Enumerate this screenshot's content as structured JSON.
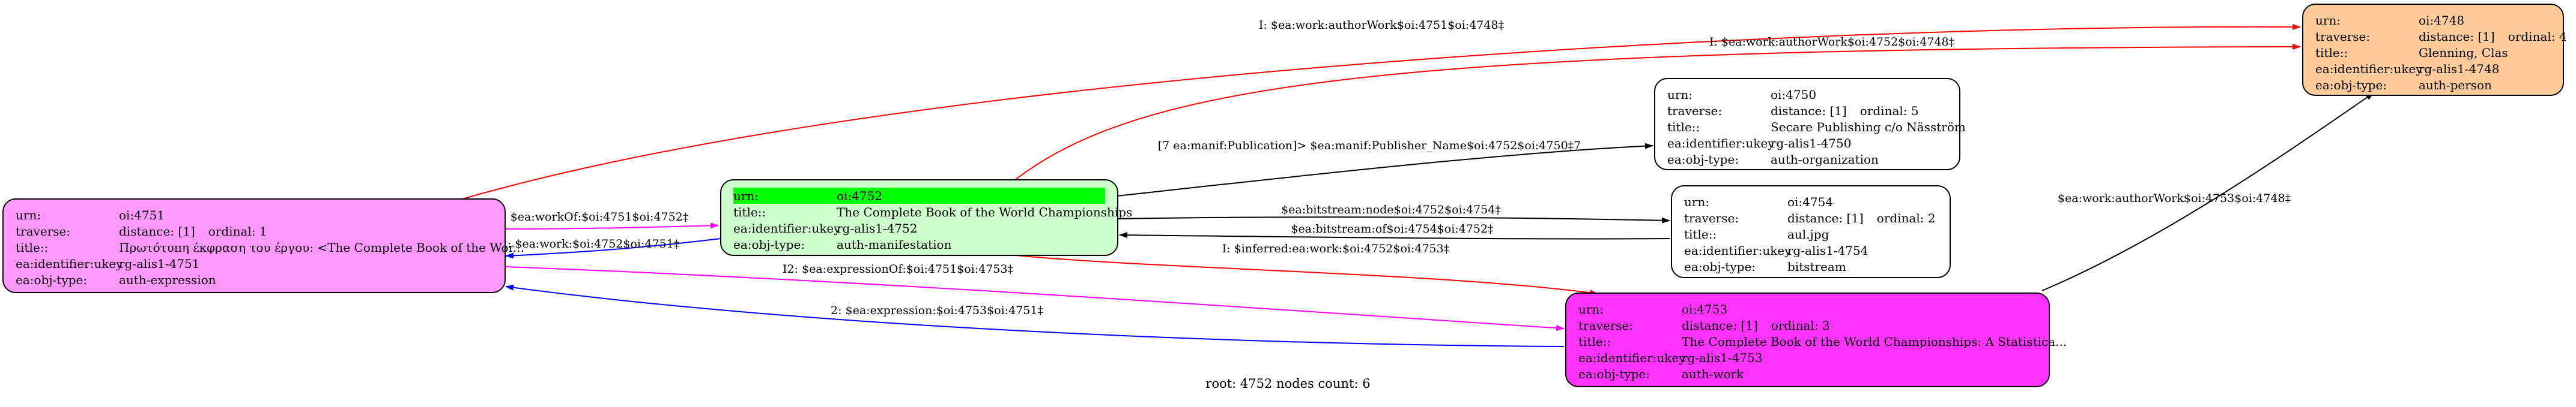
{
  "nodes": {
    "n4748": {
      "rows": [
        {
          "k": "urn:",
          "v": "oi:4748"
        },
        {
          "k": "traverse:",
          "v": "distance: [1]",
          "v2": "ordinal: 4"
        },
        {
          "k": "title::",
          "v": "Glenning, Clas"
        },
        {
          "k": "ea:identifier:ukey",
          "v": "rg-alis1-4748"
        },
        {
          "k": "ea:obj-type:",
          "v": "auth-person"
        }
      ],
      "color": "#ffcc99"
    },
    "n4750": {
      "rows": [
        {
          "k": "urn:",
          "v": "oi:4750"
        },
        {
          "k": "traverse:",
          "v": "distance: [1]",
          "v2": "ordinal: 5"
        },
        {
          "k": "title::",
          "v": "Secare Publishing c/o Näsström"
        },
        {
          "k": "ea:identifier:ukey",
          "v": "rg-alis1-4750"
        },
        {
          "k": "ea:obj-type:",
          "v": "auth-organization"
        }
      ],
      "color": "#ffffff"
    },
    "n4751": {
      "rows": [
        {
          "k": "urn:",
          "v": "oi:4751"
        },
        {
          "k": "traverse:",
          "v": "distance: [1]",
          "v2": "ordinal: 1"
        },
        {
          "k": "title::",
          "v": "Πρωτότυπη έκφραση του έργου: <The Complete Book of the Wor..."
        },
        {
          "k": "ea:identifier:ukey",
          "v": "rg-alis1-4751"
        },
        {
          "k": "ea:obj-type:",
          "v": "auth-expression"
        }
      ],
      "color": "#ff99ff"
    },
    "n4752": {
      "rows": [
        {
          "k": "urn:",
          "v": "oi:4752",
          "highlight": true
        },
        {
          "k": "title::",
          "v": "The Complete Book of the World Championships"
        },
        {
          "k": "ea:identifier:ukey",
          "v": "rg-alis1-4752"
        },
        {
          "k": "ea:obj-type:",
          "v": "auth-manifestation"
        }
      ],
      "color": "#ccffcc"
    },
    "n4753": {
      "rows": [
        {
          "k": "urn:",
          "v": "oi:4753"
        },
        {
          "k": "traverse:",
          "v": "distance: [1]",
          "v2": "ordinal: 3"
        },
        {
          "k": "title::",
          "v": "The Complete Book of the World Championships: A Statistica..."
        },
        {
          "k": "ea:identifier:ukey",
          "v": "rg-alis1-4753"
        },
        {
          "k": "ea:obj-type:",
          "v": "auth-work"
        }
      ],
      "color": "#ff33ff"
    },
    "n4754": {
      "rows": [
        {
          "k": "urn:",
          "v": "oi:4754"
        },
        {
          "k": "traverse:",
          "v": "distance: [1]",
          "v2": "ordinal: 2"
        },
        {
          "k": "title::",
          "v": "aul.jpg"
        },
        {
          "k": "ea:identifier:ukey",
          "v": "rg-alis1-4754"
        },
        {
          "k": "ea:obj-type:",
          "v": "bitstream"
        }
      ],
      "color": "#ffffff"
    }
  },
  "edges": [
    {
      "id": "e1",
      "label": "I: $ea:work:authorWork$oi:4751$oi:4748‡",
      "color": "#ff0000"
    },
    {
      "id": "e2",
      "label": "I: $ea:work:authorWork$oi:4752$oi:4748‡",
      "color": "#ff0000"
    },
    {
      "id": "e3",
      "label": "[7 ea:manif:Publication]> $ea:manif:Publisher_Name$oi:4752$oi:4750‡7",
      "color": "#000000"
    },
    {
      "id": "e4",
      "label": "$ea:work:authorWork$oi:4753$oi:4748‡",
      "color": "#000000"
    },
    {
      "id": "e5",
      "label": "I2: $ea:workOf:$oi:4751$oi:4752‡",
      "color": "#ff00ff"
    },
    {
      "id": "e6",
      "label": "2: $ea:work:$oi:4752$oi:4751‡",
      "color": "#0000ff"
    },
    {
      "id": "e7",
      "label": "$ea:bitstream:node$oi:4752$oi:4754‡",
      "color": "#000000"
    },
    {
      "id": "e8",
      "label": "$ea:bitstream:of$oi:4754$oi:4752‡",
      "color": "#000000"
    },
    {
      "id": "e9",
      "label": "I: $inferred:ea:work:$oi:4752$oi:4753‡",
      "color": "#ff0000"
    },
    {
      "id": "e10",
      "label": "I2: $ea:expressionOf:$oi:4751$oi:4753‡",
      "color": "#ff00ff"
    },
    {
      "id": "e11",
      "label": "2: $ea:expression:$oi:4753$oi:4751‡",
      "color": "#0000ff"
    }
  ],
  "footer": "root: 4752 nodes count: 6"
}
